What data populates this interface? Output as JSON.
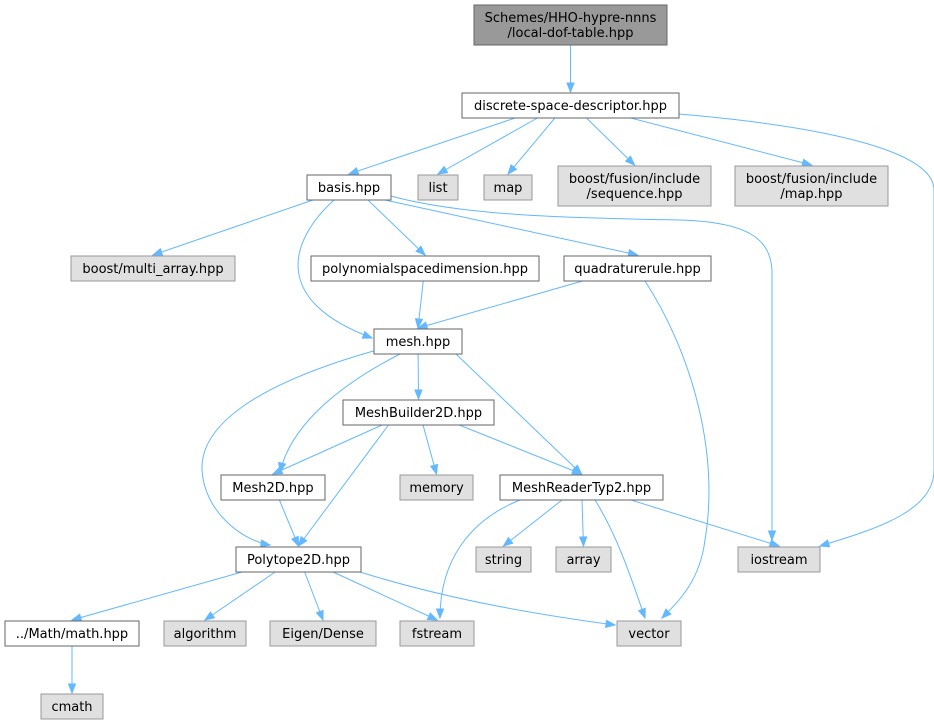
{
  "colors": {
    "edge": "#63b8ff",
    "root_fill": "#999999",
    "root_stroke": "#666666",
    "internal_fill": "#ffffff",
    "internal_stroke": "#666666",
    "external_fill": "#e0e0e0",
    "external_stroke": "#999999"
  },
  "nodes": [
    {
      "id": "root",
      "kind": "root",
      "lines": [
        "Schemes/HHO-hypre-nnns",
        "/local-dof-table.hpp"
      ]
    },
    {
      "id": "dsd",
      "kind": "internal",
      "lines": [
        "discrete-space-descriptor.hpp"
      ]
    },
    {
      "id": "basis",
      "kind": "internal",
      "lines": [
        "basis.hpp"
      ]
    },
    {
      "id": "list",
      "kind": "external",
      "lines": [
        "list"
      ]
    },
    {
      "id": "map",
      "kind": "external",
      "lines": [
        "map"
      ]
    },
    {
      "id": "bfseq",
      "kind": "external",
      "lines": [
        "boost/fusion/include",
        "/sequence.hpp"
      ]
    },
    {
      "id": "bfmap",
      "kind": "external",
      "lines": [
        "boost/fusion/include",
        "/map.hpp"
      ]
    },
    {
      "id": "bma",
      "kind": "external",
      "lines": [
        "boost/multi_array.hpp"
      ]
    },
    {
      "id": "psd",
      "kind": "internal",
      "lines": [
        "polynomialspacedimension.hpp"
      ]
    },
    {
      "id": "qr",
      "kind": "internal",
      "lines": [
        "quadraturerule.hpp"
      ]
    },
    {
      "id": "mesh",
      "kind": "internal",
      "lines": [
        "mesh.hpp"
      ]
    },
    {
      "id": "mb2d",
      "kind": "internal",
      "lines": [
        "MeshBuilder2D.hpp"
      ]
    },
    {
      "id": "m2d",
      "kind": "internal",
      "lines": [
        "Mesh2D.hpp"
      ]
    },
    {
      "id": "memory",
      "kind": "external",
      "lines": [
        "memory"
      ]
    },
    {
      "id": "mrt2",
      "kind": "internal",
      "lines": [
        "MeshReaderTyp2.hpp"
      ]
    },
    {
      "id": "p2d",
      "kind": "internal",
      "lines": [
        "Polytope2D.hpp"
      ]
    },
    {
      "id": "string",
      "kind": "external",
      "lines": [
        "string"
      ]
    },
    {
      "id": "array",
      "kind": "external",
      "lines": [
        "array"
      ]
    },
    {
      "id": "iostream",
      "kind": "external",
      "lines": [
        "iostream"
      ]
    },
    {
      "id": "math",
      "kind": "internal",
      "lines": [
        "../Math/math.hpp"
      ]
    },
    {
      "id": "algorithm",
      "kind": "external",
      "lines": [
        "algorithm"
      ]
    },
    {
      "id": "eigen",
      "kind": "external",
      "lines": [
        "Eigen/Dense"
      ]
    },
    {
      "id": "fstream",
      "kind": "external",
      "lines": [
        "fstream"
      ]
    },
    {
      "id": "vector",
      "kind": "external",
      "lines": [
        "vector"
      ]
    },
    {
      "id": "cmath",
      "kind": "external",
      "lines": [
        "cmath"
      ]
    }
  ],
  "edges": [
    [
      "root",
      "dsd"
    ],
    [
      "dsd",
      "basis"
    ],
    [
      "dsd",
      "list"
    ],
    [
      "dsd",
      "map"
    ],
    [
      "dsd",
      "bfseq"
    ],
    [
      "dsd",
      "bfmap"
    ],
    [
      "dsd",
      "iostream"
    ],
    [
      "basis",
      "bma"
    ],
    [
      "basis",
      "psd"
    ],
    [
      "basis",
      "qr"
    ],
    [
      "basis",
      "mesh"
    ],
    [
      "basis",
      "iostream"
    ],
    [
      "psd",
      "mesh"
    ],
    [
      "qr",
      "mesh"
    ],
    [
      "qr",
      "vector"
    ],
    [
      "mesh",
      "mb2d"
    ],
    [
      "mesh",
      "m2d"
    ],
    [
      "mesh",
      "mrt2"
    ],
    [
      "mesh",
      "p2d"
    ],
    [
      "mb2d",
      "m2d"
    ],
    [
      "mb2d",
      "memory"
    ],
    [
      "mb2d",
      "mrt2"
    ],
    [
      "mb2d",
      "p2d"
    ],
    [
      "m2d",
      "p2d"
    ],
    [
      "mrt2",
      "string"
    ],
    [
      "mrt2",
      "array"
    ],
    [
      "mrt2",
      "iostream"
    ],
    [
      "mrt2",
      "fstream"
    ],
    [
      "mrt2",
      "vector"
    ],
    [
      "p2d",
      "math"
    ],
    [
      "p2d",
      "algorithm"
    ],
    [
      "p2d",
      "eigen"
    ],
    [
      "p2d",
      "fstream"
    ],
    [
      "p2d",
      "vector"
    ],
    [
      "math",
      "cmath"
    ]
  ]
}
